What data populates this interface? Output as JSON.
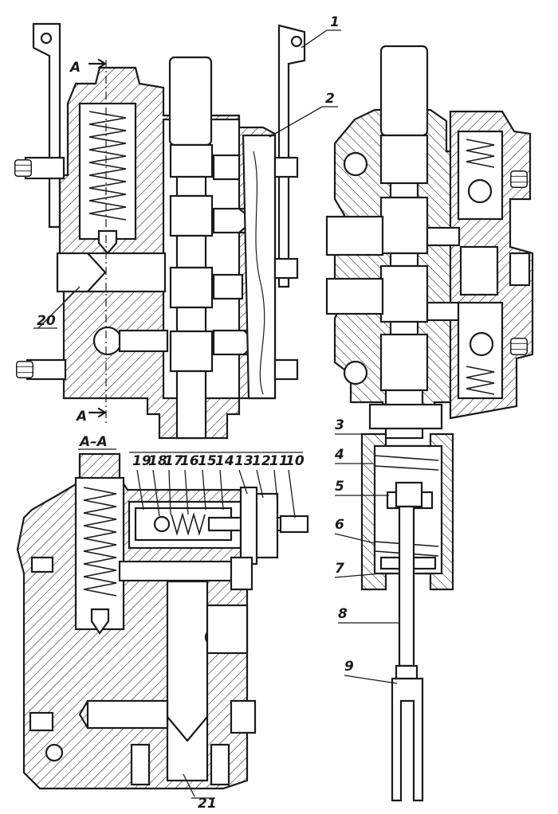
{
  "section_marks": {
    "top": "A",
    "bottom": "A",
    "section_title": "A–A"
  },
  "callouts": [
    "1",
    "2",
    "3",
    "4",
    "5",
    "6",
    "7",
    "8",
    "9",
    "10",
    "11",
    "12",
    "13",
    "14",
    "15",
    "16",
    "17",
    "18",
    "19",
    "20",
    "21"
  ],
  "colors": {
    "ink": "#1a1a1a",
    "paper": "#ffffff"
  }
}
